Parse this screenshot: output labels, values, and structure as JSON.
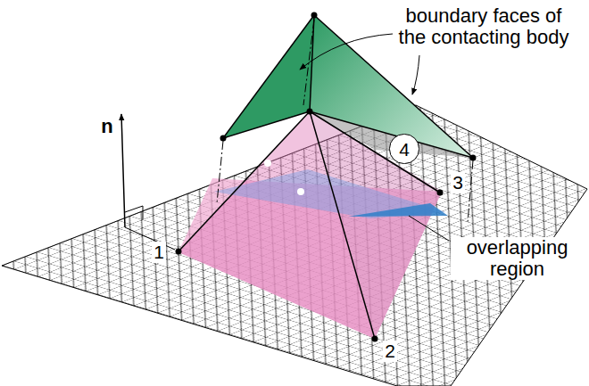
{
  "diagram": {
    "labels": [
      "boundary faces of the contacting body",
      "overlapping region",
      "n",
      "1",
      "2",
      "3",
      "4"
    ]
  }
}
